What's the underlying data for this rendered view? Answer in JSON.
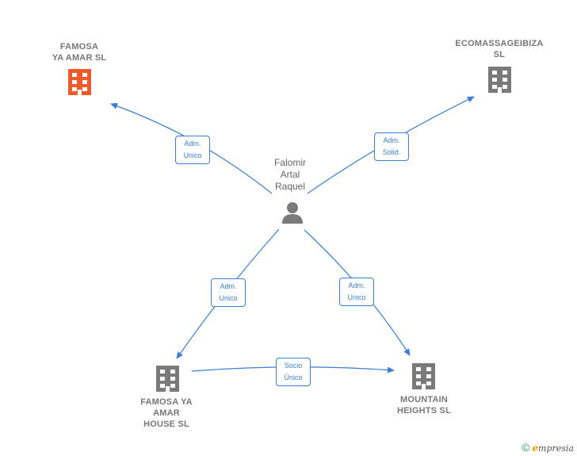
{
  "colors": {
    "edge": "#3a7fd5",
    "company_highlight": "#f05a28",
    "company": "#7a7a7a",
    "person": "#7a7a7a"
  },
  "person": {
    "name": "Falomir\nArtal\nRaquel",
    "icon": "person-icon"
  },
  "companies": {
    "famosa_ya_amar": {
      "name": "FAMOSA\nYA AMAR  SL",
      "icon": "building-icon"
    },
    "ecomassage": {
      "name": "ECOMASSAGEIBIZA\nSL",
      "icon": "building-icon"
    },
    "famosa_house": {
      "name": "FAMOSA YA\nAMAR\nHOUSE  SL",
      "icon": "building-icon"
    },
    "mountain": {
      "name": "MOUNTAIN\nHEIGHTS  SL",
      "icon": "building-icon"
    }
  },
  "edges": {
    "to_famosa_ya_amar": "Adm.\nUnico",
    "to_ecomassage": "Adm.\nSolid.",
    "to_famosa_house": "Adm.\nUnico",
    "to_mountain": "Adm.\nUnico",
    "house_to_mountain": "Socio\nÚnico"
  },
  "brand": {
    "copyright": "©",
    "initial": "e",
    "rest": "mpresia"
  }
}
